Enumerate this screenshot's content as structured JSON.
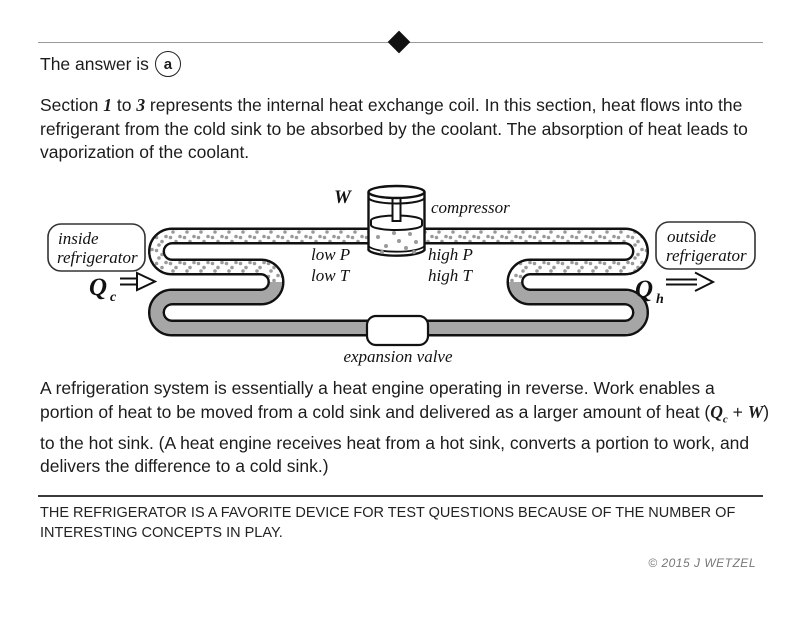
{
  "page": {
    "answer_line": {
      "prefix": "The answer is",
      "answer": "a"
    },
    "paragraph1": {
      "pre": "Section ",
      "num1": "1",
      "mid": " to ",
      "num2": "3",
      "rest": "  represents the internal heat exchange coil.  In this section, heat flows into the refrigerant from the cold sink to be absorbed by the coolant.  The absorption of heat leads to vaporization of the coolant."
    },
    "paragraph2": {
      "pre": "A refrigeration system is essentially a heat engine operating in reverse.  Work enables a portion of heat to be moved from a cold sink and delivered as a larger amount of heat (",
      "q": "Q",
      "q_sub": "c",
      "plus": " + ",
      "w": "W",
      "post": ") to the hot sink.  (A heat engine receives heat from a hot sink, converts a portion to work, and delivers the difference to a cold sink.)"
    },
    "footnote": "THE REFRIGERATOR IS A FAVORITE DEVICE FOR TEST QUESTIONS BECAUSE OF THE NUMBER OF INTERESTING CONCEPTS IN PLAY.",
    "copyright": "© 2015 J WETZEL"
  },
  "diagram": {
    "labels": {
      "w": "W",
      "compressor": "compressor",
      "low_p": "low P",
      "low_t": "low T",
      "high_p": "high P",
      "high_t": "high T",
      "expansion_valve": "expansion valve",
      "inside_line1": "inside",
      "inside_line2": "refrigerator",
      "outside_line1": "outside",
      "outside_line2": "refrigerator",
      "qc": "Q",
      "qc_sub": "c",
      "qh": "Q",
      "qh_sub": "h"
    },
    "colors": {
      "liquid": "#a6a6a6",
      "vapor_dot": "#9a9a9a",
      "outline": "#111111"
    }
  }
}
